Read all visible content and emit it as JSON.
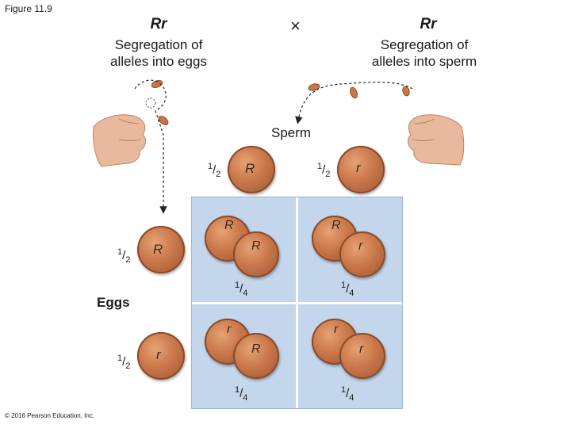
{
  "figure_label": "Figure 11.9",
  "parents": {
    "left": {
      "genotype": "Rr",
      "description_line1": "Segregation of",
      "description_line2": "alleles into eggs"
    },
    "right": {
      "genotype": "Rr",
      "description_line1": "Segregation of",
      "description_line2": "alleles into sperm"
    },
    "cross_symbol": "×"
  },
  "sperm": {
    "title": "Sperm",
    "alleles": [
      {
        "letter": "R",
        "frac_num": "1",
        "frac_den": "2"
      },
      {
        "letter": "r",
        "frac_num": "1",
        "frac_den": "2"
      }
    ]
  },
  "eggs": {
    "title": "Eggs",
    "alleles": [
      {
        "letter": "R",
        "frac_num": "1",
        "frac_den": "2"
      },
      {
        "letter": "r",
        "frac_num": "1",
        "frac_den": "2"
      }
    ]
  },
  "punnett": {
    "cells": [
      {
        "egg": "R",
        "sperm": "R",
        "frac_num": "1",
        "frac_den": "4"
      },
      {
        "egg": "R",
        "sperm": "r",
        "frac_num": "1",
        "frac_den": "4"
      },
      {
        "egg": "r",
        "sperm": "R",
        "frac_num": "1",
        "frac_den": "4"
      },
      {
        "egg": "r",
        "sperm": "r",
        "frac_num": "1",
        "frac_den": "4"
      }
    ]
  },
  "colors": {
    "grid_fill": "#c3d6ec",
    "coin": "#c9774a"
  },
  "copyright": "© 2016 Pearson Education, Inc."
}
